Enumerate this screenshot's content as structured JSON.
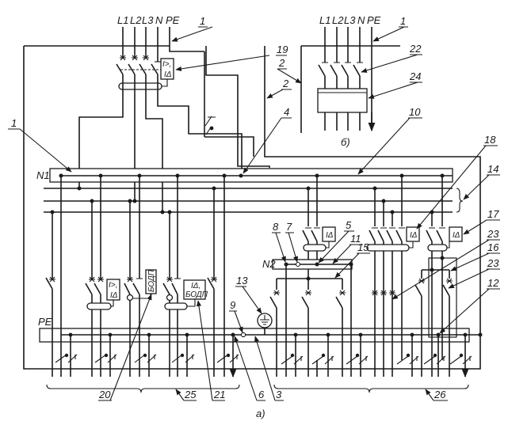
{
  "diagram": {
    "colors": {
      "line": "#1a1a1a",
      "background": "#ffffff"
    },
    "main_input_conductors": [
      "L1",
      "L2",
      "L3",
      "N",
      "PE"
    ],
    "inset_input_conductors": [
      "L1",
      "L2",
      "L3",
      "N",
      "PE"
    ],
    "bus_labels": {
      "neutral_1": "N1",
      "neutral_2": "N2",
      "protective": "PE"
    },
    "device_labels": {
      "overcurrent_rcd": [
        "I>,",
        "IΔ"
      ],
      "rcd": "IΔ",
      "bodp": "БОДП",
      "rcd_bodp": [
        "IΔ,",
        "БОДП"
      ]
    },
    "caption_main": "а)",
    "caption_inset": "б)",
    "callouts": [
      {
        "id": "c1a",
        "text": "1"
      },
      {
        "id": "c1b",
        "text": "1"
      },
      {
        "id": "c1c",
        "text": "1"
      },
      {
        "id": "c2a",
        "text": "2"
      },
      {
        "id": "c2b",
        "text": "2"
      },
      {
        "id": "c3",
        "text": "3"
      },
      {
        "id": "c4",
        "text": "4"
      },
      {
        "id": "c5",
        "text": "5"
      },
      {
        "id": "c6",
        "text": "6"
      },
      {
        "id": "c7",
        "text": "7"
      },
      {
        "id": "c8",
        "text": "8"
      },
      {
        "id": "c9",
        "text": "9"
      },
      {
        "id": "c10",
        "text": "10"
      },
      {
        "id": "c11",
        "text": "11"
      },
      {
        "id": "c12",
        "text": "12"
      },
      {
        "id": "c13",
        "text": "13"
      },
      {
        "id": "c14",
        "text": "14"
      },
      {
        "id": "c15",
        "text": "15"
      },
      {
        "id": "c16",
        "text": "16"
      },
      {
        "id": "c17",
        "text": "17"
      },
      {
        "id": "c18",
        "text": "18"
      },
      {
        "id": "c19",
        "text": "19"
      },
      {
        "id": "c20",
        "text": "20"
      },
      {
        "id": "c21",
        "text": "21"
      },
      {
        "id": "c22",
        "text": "22"
      },
      {
        "id": "c23a",
        "text": "23"
      },
      {
        "id": "c23b",
        "text": "23"
      },
      {
        "id": "c24",
        "text": "24"
      },
      {
        "id": "c25",
        "text": "25"
      },
      {
        "id": "c26",
        "text": "26"
      }
    ]
  }
}
